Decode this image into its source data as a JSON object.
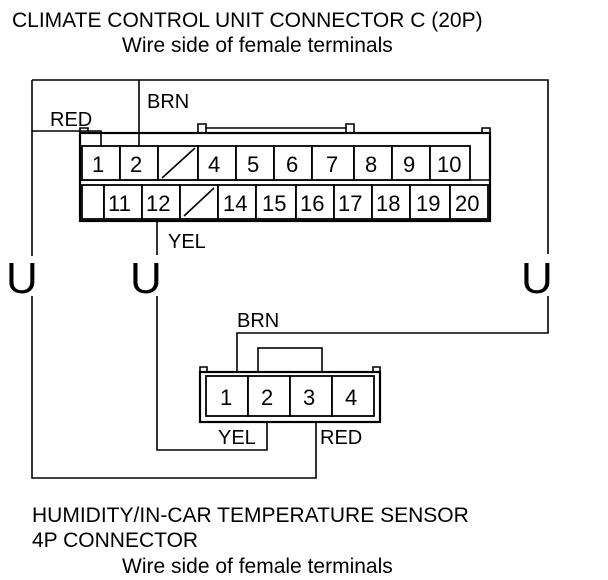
{
  "top_connector": {
    "title": "CLIMATE CONTROL UNIT CONNECTOR C (20P)",
    "subtitle": "Wire side of female terminals",
    "row1": [
      "1",
      "2",
      "",
      "4",
      "5",
      "6",
      "7",
      "8",
      "9",
      "10"
    ],
    "row2": [
      "",
      "11",
      "12",
      "",
      "14",
      "15",
      "16",
      "17",
      "18",
      "19",
      "20"
    ]
  },
  "bottom_connector": {
    "title_line1": "HUMIDITY/IN-CAR TEMPERATURE SENSOR",
    "title_line2": "4P CONNECTOR",
    "subtitle": "Wire side of female terminals",
    "pins": [
      "1",
      "2",
      "3",
      "4"
    ]
  },
  "wire_labels": {
    "red_top": "RED",
    "brn_top": "BRN",
    "yel_top": "YEL",
    "brn_bottom": "BRN",
    "yel_bottom": "YEL",
    "red_bottom": "RED"
  },
  "connector_symbols": {
    "left": "U",
    "middle": "U",
    "right": "U"
  }
}
